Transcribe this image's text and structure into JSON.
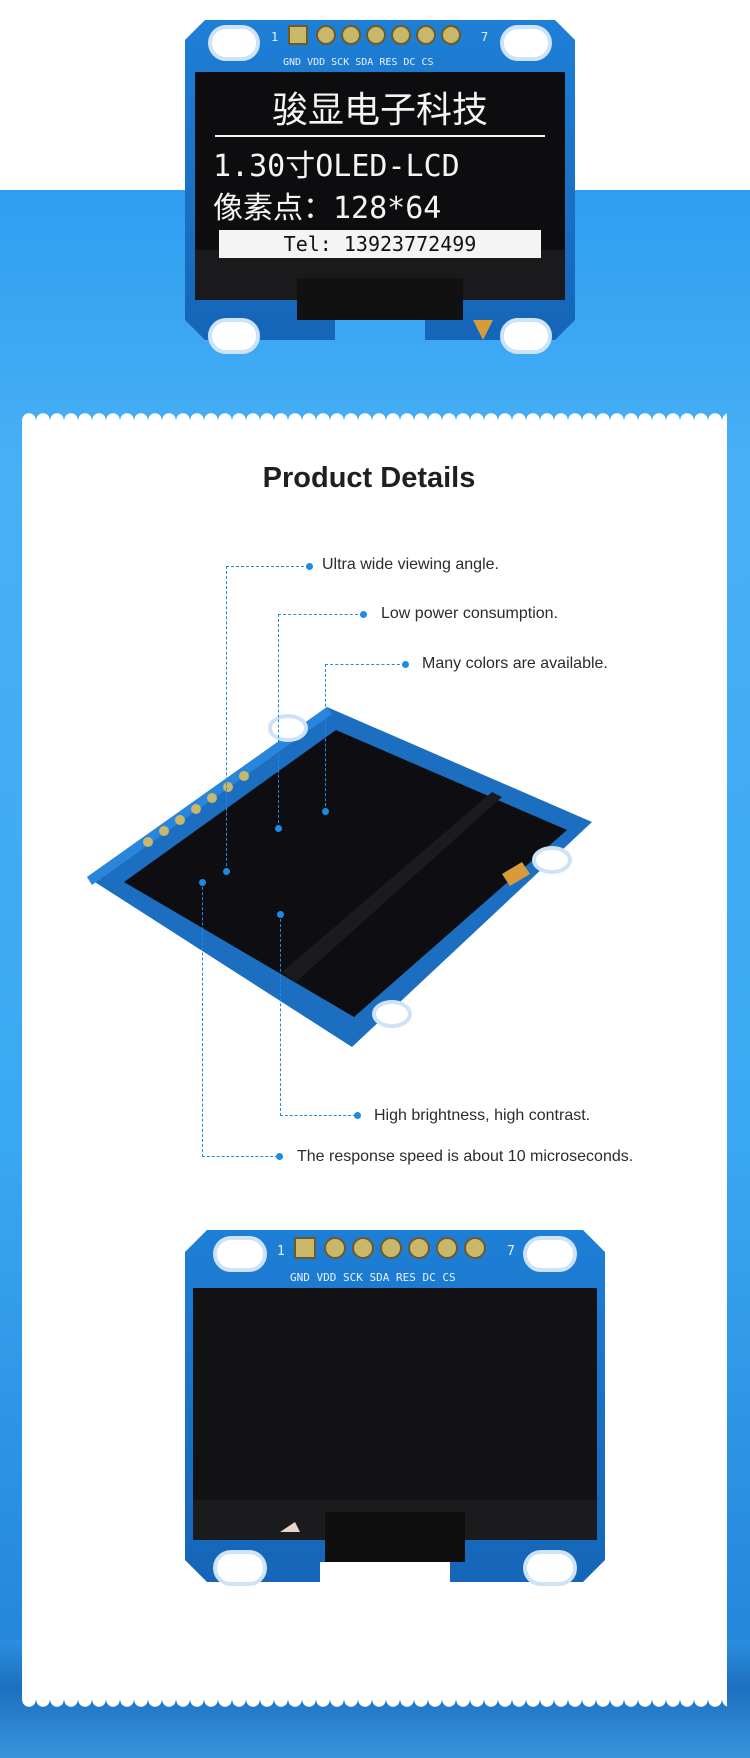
{
  "top_module": {
    "pin_start": "1",
    "pin_end": "7",
    "pin_labels": "GND VDD SCK SDA RES DC CS",
    "screen_line1": "骏显电子科技",
    "screen_line2": "1.30寸OLED-LCD",
    "screen_line3": "像素点：128*64",
    "screen_line4": "Tel: 13923772499"
  },
  "section_title": "Product Details",
  "features": {
    "f1": "Ultra wide viewing angle.",
    "f2": "Low power consumption.",
    "f3": "Many colors are available.",
    "f4": "High brightness, high contrast.",
    "f5": "The response speed is about 10 microseconds."
  },
  "bottom_module": {
    "pin_start": "1",
    "pin_end": "7",
    "pin_labels": "GND VDD SCK SDA RES DC CS"
  },
  "colors": {
    "accent_blue": "#1b8be6",
    "pcb_blue": "#1d73c9",
    "background_blue": "#3aa8f3"
  }
}
